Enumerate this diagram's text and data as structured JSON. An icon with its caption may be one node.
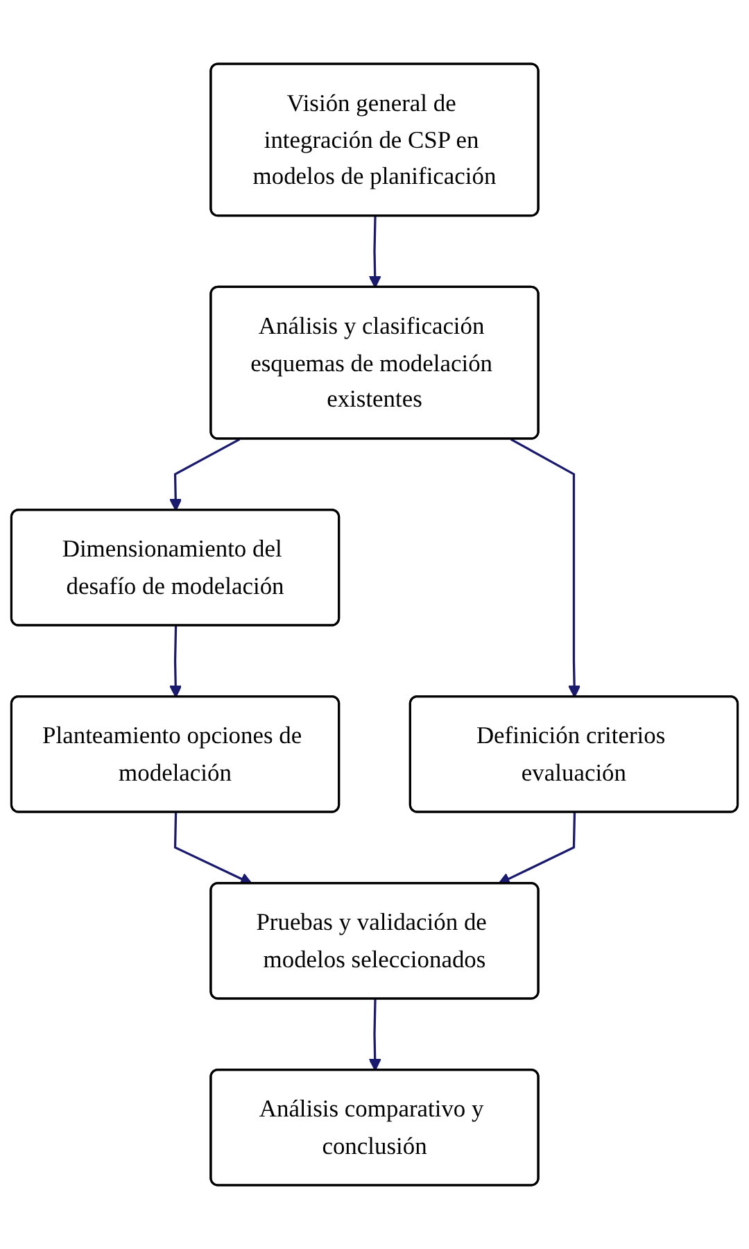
{
  "diagram": {
    "nodes": [
      {
        "text": [
          "Visión general de integración de CSP en modelos de planificación"
        ]
      },
      {
        "text": [
          "Análisis y clasificación esquemas de modelación existentes"
        ]
      },
      {
        "text": [
          "Dimensionamiento del desafío de modelación"
        ]
      },
      {
        "text": [
          "Definición criterios evaluación"
        ]
      },
      {
        "text": [
          "Planteamiento opciones de modelación"
        ]
      },
      {
        "text": [
          "Pruebas y validación de modelos seleccionados"
        ]
      },
      {
        "text": [
          "Análisis comparativo y conclusión"
        ]
      }
    ],
    "edges": [
      {
        "from": 0,
        "to": 1,
        "arrow": "to"
      },
      {
        "from": 1,
        "to": 2,
        "arrow": "to"
      },
      {
        "from": 1,
        "to": 3,
        "arrow": "to"
      },
      {
        "from": 2,
        "to": 4,
        "arrow": "to"
      },
      {
        "from": 4,
        "to": 5,
        "arrow": "to"
      },
      {
        "from": 3,
        "to": 5,
        "arrow": "to"
      },
      {
        "from": 5,
        "to": 6,
        "arrow": "to"
      }
    ]
  }
}
